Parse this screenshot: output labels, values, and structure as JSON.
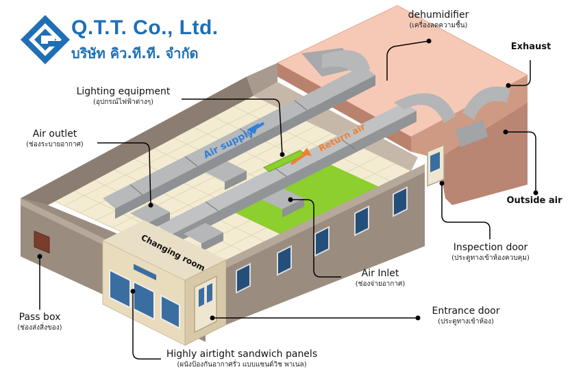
{
  "company": {
    "name_en": "Q.T.T. Co., Ltd.",
    "name_th": "บริษัท คิว.ที.ที. จำกัด"
  },
  "labels": {
    "dehumidifier": {
      "en": "dehumidifier",
      "th": "(เครื่องลดความชื้น)"
    },
    "exhaust": {
      "en": "Exhaust"
    },
    "outside_air": {
      "en": "Outside air"
    },
    "lighting": {
      "en": "Lighting equipment",
      "th": "(อุปกรณ์ไฟฟ้าต่างๆ)"
    },
    "air_outlet": {
      "en": "Air outlet",
      "th": "(ช่องระบายอากาศ)"
    },
    "inspection_door": {
      "en": "Inspection door",
      "th": "(ประตูทางเข้าห้องควบคุม)"
    },
    "air_inlet": {
      "en": "Air Inlet",
      "th": "(ช่องจ่ายอากาศ)"
    },
    "pass_box": {
      "en": "Pass box",
      "th": "(ช่องส่งสิ่งของ)"
    },
    "entrance_door": {
      "en": "Entrance door",
      "th": "(ประตูทางเข้าห้อง)"
    },
    "panels": {
      "en": "Highly airtight sandwich panels",
      "th": "(ผนังป้องกันอากาศรั่ว แบบแซนด์วิช พาเนล)"
    }
  },
  "scene_text": {
    "air_supply": "Air supply",
    "return_air": "Return air",
    "changing_room": "Changing room"
  },
  "colors": {
    "brand_blue": "#1f6fb5",
    "roof_pink": "#f6c9b6",
    "wall_brown": "#9b8c80",
    "floor_tile": "#f3ecd2",
    "green_floor": "#8ccf2e",
    "duct_grey": "#a9abad",
    "supply_arrow": "#2f7fd6",
    "return_arrow": "#f08030"
  }
}
